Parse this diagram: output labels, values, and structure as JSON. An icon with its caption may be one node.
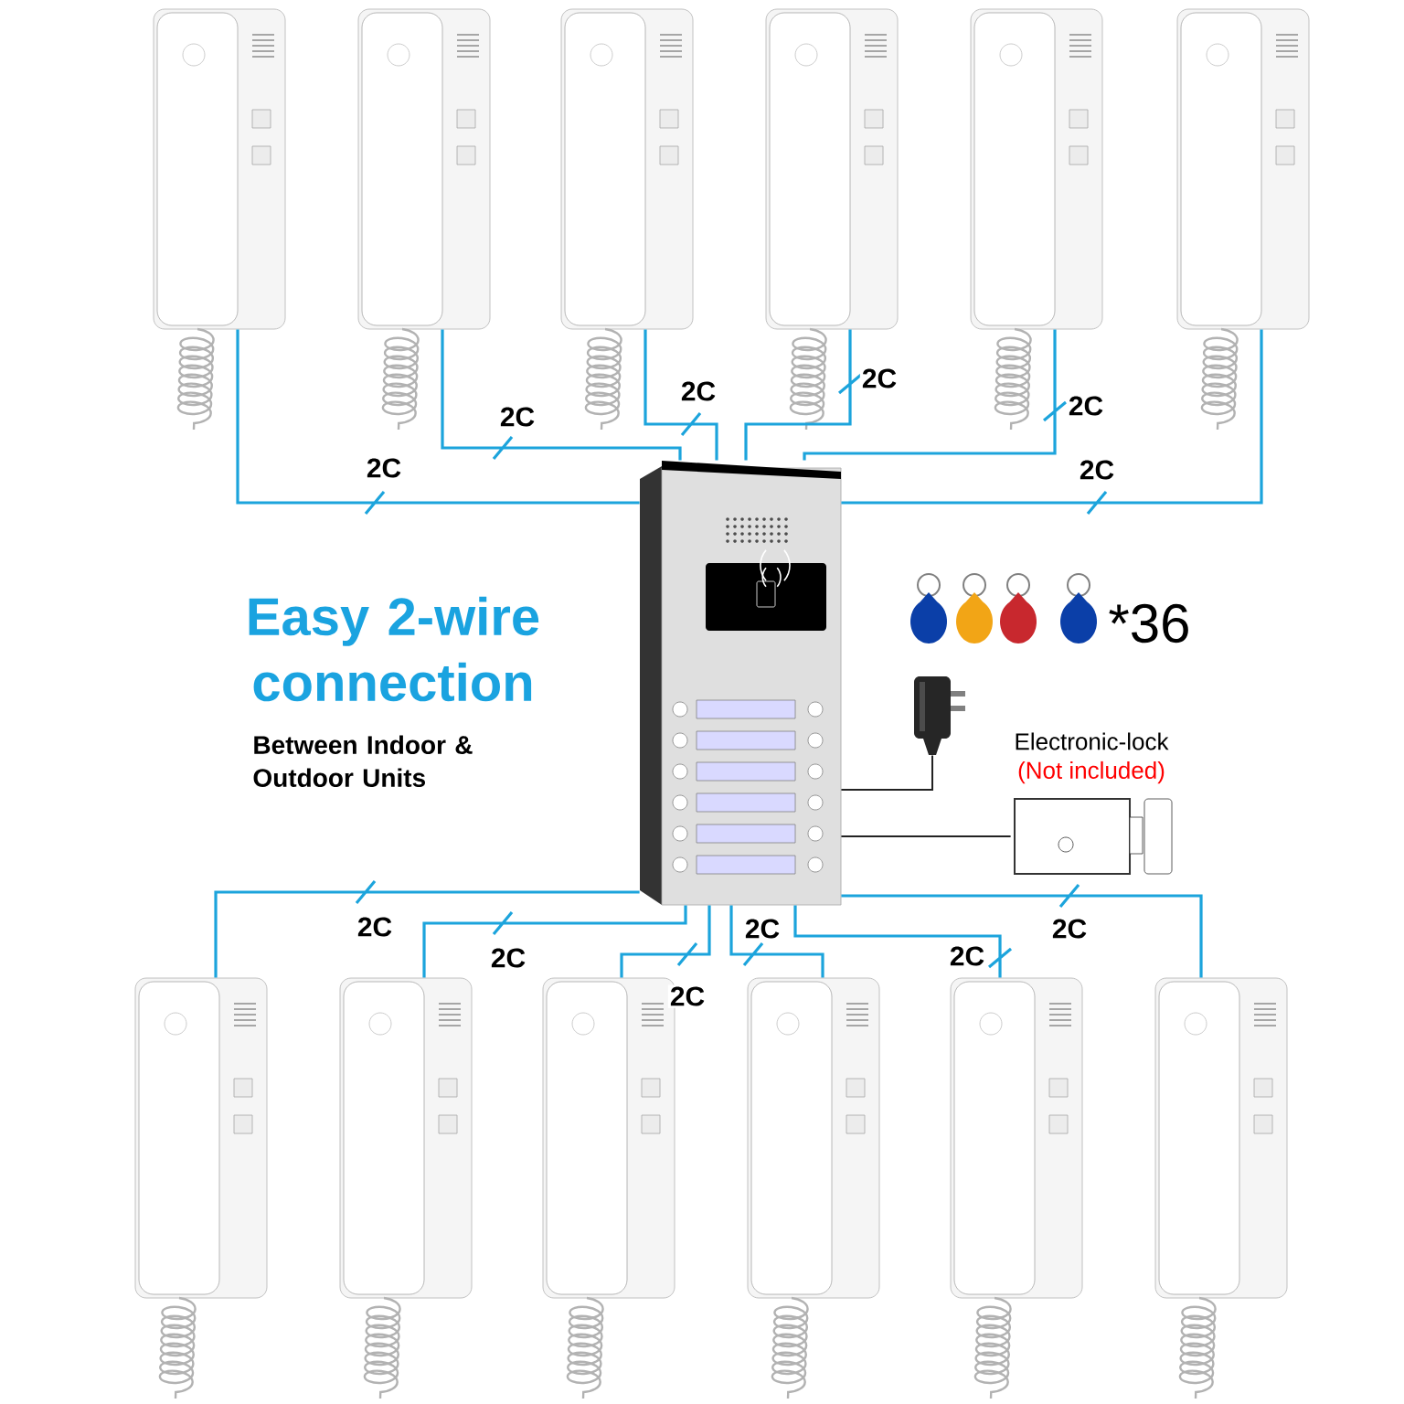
{
  "diagram": {
    "title": "Easy 2-wire connection",
    "nodes": [
      {
        "text": [],
        "shape": "picture"
      },
      {
        "text": [],
        "shape": "picture"
      },
      {
        "text": [],
        "shape": "picture"
      },
      {
        "text": [],
        "shape": "picture"
      },
      {
        "text": [],
        "shape": "picture"
      },
      {
        "text": [],
        "shape": "picture"
      },
      {
        "text": [],
        "shape": "picture"
      },
      {
        "text": [],
        "shape": "picture"
      },
      {
        "text": [],
        "shape": "picture"
      },
      {
        "text": [],
        "shape": "picture"
      },
      {
        "text": [],
        "shape": "picture"
      },
      {
        "text": [],
        "shape": "picture"
      },
      {
        "text": [],
        "shape": "picture"
      },
      {
        "text": [],
        "shape": "picture"
      },
      {
        "text": [],
        "shape": "picture",
        "beside": [
          "Electronic-lock",
          "(Not included)"
        ]
      }
    ],
    "edges": [
      {
        "from": 12,
        "to": 0,
        "arrow": "none",
        "label": "2C"
      },
      {
        "from": 12,
        "to": 1,
        "arrow": "none",
        "label": "2C"
      },
      {
        "from": 12,
        "to": 2,
        "arrow": "none",
        "label": "2C"
      },
      {
        "from": 12,
        "to": 3,
        "arrow": "none",
        "label": "2C"
      },
      {
        "from": 12,
        "to": 4,
        "arrow": "none",
        "label": "2C"
      },
      {
        "from": 12,
        "to": 5,
        "arrow": "none",
        "label": "2C"
      },
      {
        "from": 12,
        "to": 6,
        "arrow": "none",
        "label": "2C"
      },
      {
        "from": 12,
        "to": 7,
        "arrow": "none",
        "label": "2C"
      },
      {
        "from": 12,
        "to": 8,
        "arrow": "none",
        "label": "2C"
      },
      {
        "from": 12,
        "to": 9,
        "arrow": "none",
        "label": "2C"
      },
      {
        "from": 12,
        "to": 10,
        "arrow": "none",
        "label": "2C"
      },
      {
        "from": 12,
        "to": 11,
        "arrow": "none",
        "label": "2C"
      },
      {
        "from": 12,
        "to": 13,
        "arrow": "none",
        "color": "#222222"
      },
      {
        "from": 12,
        "to": 14,
        "arrow": "none",
        "color": "#222222"
      }
    ],
    "labels": [
      "Between Indoor & Outdoor Units",
      "*36"
    ]
  }
}
